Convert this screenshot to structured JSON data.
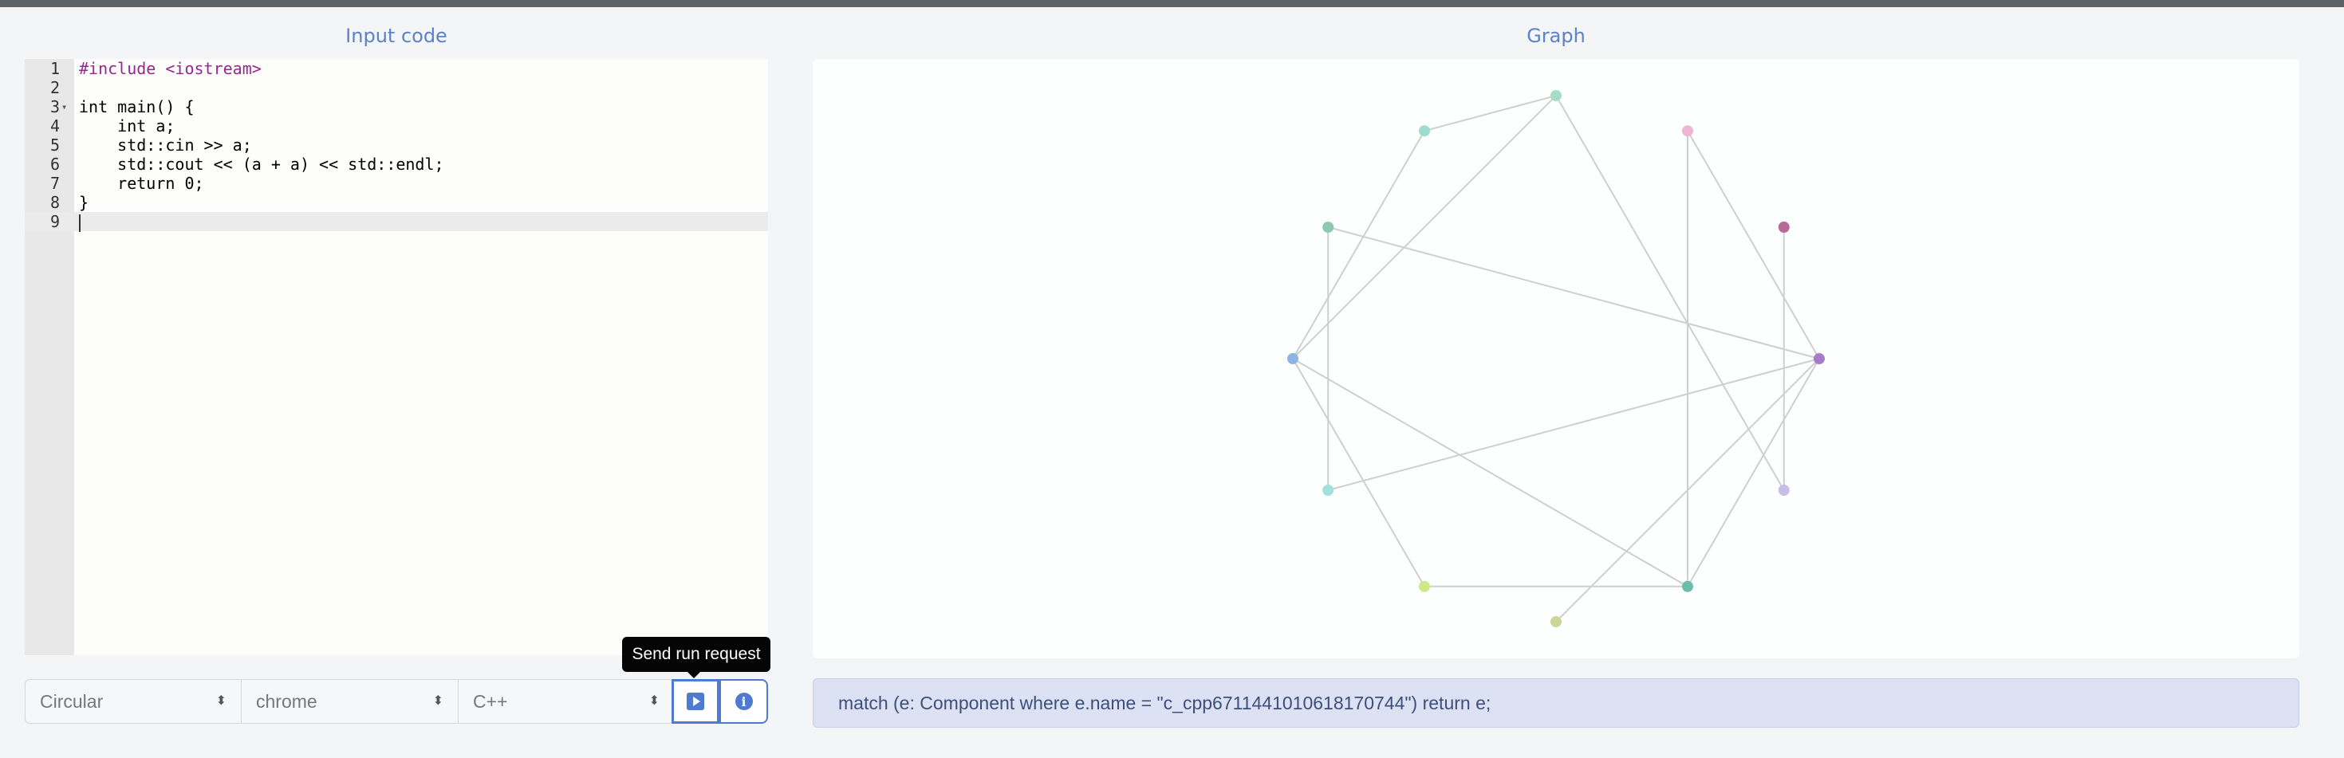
{
  "panels": {
    "code_title": "Input code",
    "graph_title": "Graph"
  },
  "editor": {
    "lines": [
      {
        "n": "1",
        "text": "#include <iostream>"
      },
      {
        "n": "2",
        "text": ""
      },
      {
        "n": "3",
        "text": "int main() {"
      },
      {
        "n": "4",
        "text": "    int a;"
      },
      {
        "n": "5",
        "text": "    std::cin >> a;"
      },
      {
        "n": "6",
        "text": "    std::cout << (a + a) << std::endl;"
      },
      {
        "n": "7",
        "text": "    return 0;"
      },
      {
        "n": "8",
        "text": "}"
      },
      {
        "n": "9",
        "text": ""
      }
    ]
  },
  "controls": {
    "layout_select": "Circular",
    "browser_select": "chrome",
    "language_select": "C++",
    "tooltip": "Send run request"
  },
  "query": {
    "text": "match (e: Component where e.name = \"c_cpp6711441010618170744\") return e;"
  },
  "colors": {
    "accent": "#4f7ad2",
    "edge": "#cfcfcf"
  },
  "icons": {
    "run": "play-square-icon",
    "info": "info-circle-icon",
    "select": "up-down-arrows-icon",
    "fold": "fold-arrow-icon"
  },
  "graph_nodes": [
    {
      "id": "n0",
      "color": "#a6dcc6"
    },
    {
      "id": "n1",
      "color": "#f0b3d8"
    },
    {
      "id": "n2",
      "color": "#b86a96"
    },
    {
      "id": "n3",
      "color": "#a67bc8"
    },
    {
      "id": "n4",
      "color": "#c8bee6"
    },
    {
      "id": "n5",
      "color": "#6cbcac"
    },
    {
      "id": "n6",
      "color": "#cfd499"
    },
    {
      "id": "n7",
      "color": "#cde886"
    },
    {
      "id": "n8",
      "color": "#a2e0dc"
    },
    {
      "id": "n9",
      "color": "#8eb4e4"
    },
    {
      "id": "n10",
      "color": "#8ec8ae"
    },
    {
      "id": "n11",
      "color": "#9edcd0"
    }
  ],
  "graph_edges": [
    [
      "n0",
      "n11"
    ],
    [
      "n0",
      "n9"
    ],
    [
      "n0",
      "n4"
    ],
    [
      "n11",
      "n9"
    ],
    [
      "n10",
      "n8"
    ],
    [
      "n10",
      "n3"
    ],
    [
      "n1",
      "n5"
    ],
    [
      "n1",
      "n3"
    ],
    [
      "n2",
      "n4"
    ],
    [
      "n9",
      "n7"
    ],
    [
      "n9",
      "n5"
    ],
    [
      "n8",
      "n3"
    ],
    [
      "n7",
      "n5"
    ],
    [
      "n3",
      "n6"
    ],
    [
      "n3",
      "n5"
    ]
  ]
}
